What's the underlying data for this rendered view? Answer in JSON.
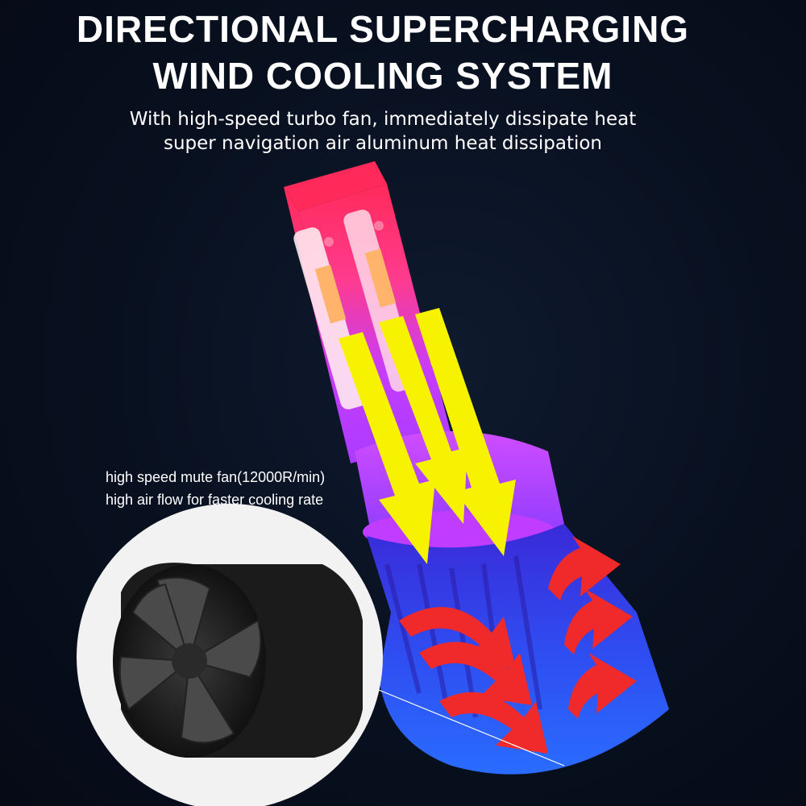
{
  "headline": {
    "line1": "DIRECTIONAL SUPERCHARGING",
    "line2": "WIND COOLING SYSTEM"
  },
  "subheadline": {
    "line1": "With high-speed turbo fan, immediately dissipate heat",
    "line2": "super navigation air aluminum heat dissipation"
  },
  "fan_callout": {
    "line1": "high speed mute fan(12000R/min)",
    "line2": "high air flow for faster cooling rate"
  },
  "colors": {
    "background": "#08101f",
    "bulb_top": "#ff2a5a",
    "bulb_mid": "#c53cff",
    "bulb_base": "#3a3cf0",
    "inflow_arrows": "#f6f200",
    "outflow_arrows": "#f02a2a"
  }
}
